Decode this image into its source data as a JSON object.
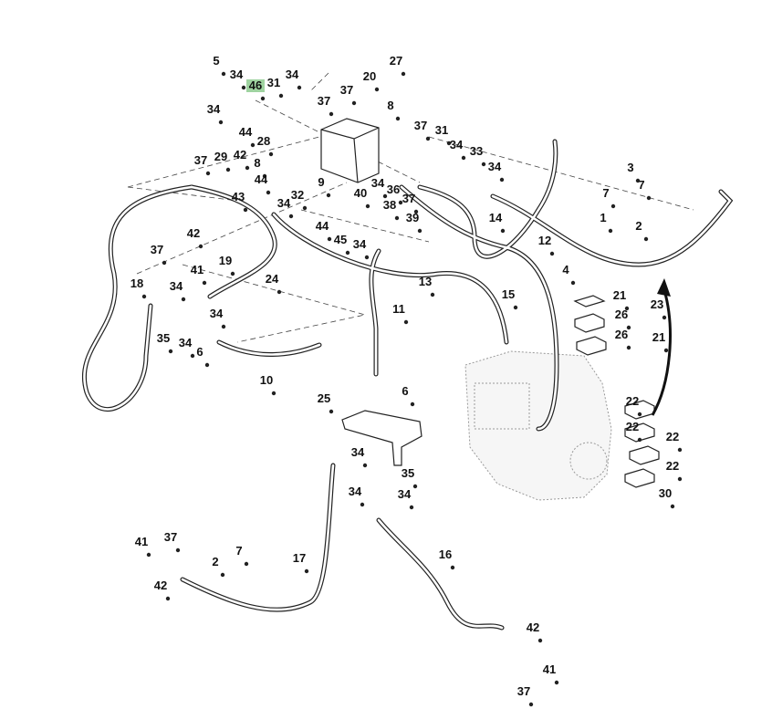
{
  "diagram": {
    "type": "exploded-parts-diagram",
    "highlighted_callout": "46",
    "highlight_color": "#9fd3a0",
    "callouts": [
      "5",
      "34",
      "46",
      "31",
      "34",
      "27",
      "20",
      "37",
      "37",
      "8",
      "34",
      "44",
      "28",
      "37",
      "31",
      "34",
      "33",
      "34",
      "37",
      "29",
      "42",
      "8",
      "44",
      "9",
      "34",
      "36",
      "37",
      "43",
      "34",
      "32",
      "40",
      "38",
      "39",
      "44",
      "45",
      "34",
      "14",
      "12",
      "3",
      "7",
      "1",
      "7",
      "2",
      "42",
      "37",
      "41",
      "19",
      "24",
      "18",
      "34",
      "34",
      "35",
      "34",
      "6",
      "13",
      "11",
      "15",
      "4",
      "21",
      "23",
      "26",
      "26",
      "21",
      "10",
      "6",
      "25",
      "22",
      "22",
      "22",
      "22",
      "30",
      "34",
      "35",
      "34",
      "34",
      "41",
      "37",
      "2",
      "7",
      "17",
      "42",
      "16",
      "42",
      "41",
      "37"
    ]
  }
}
